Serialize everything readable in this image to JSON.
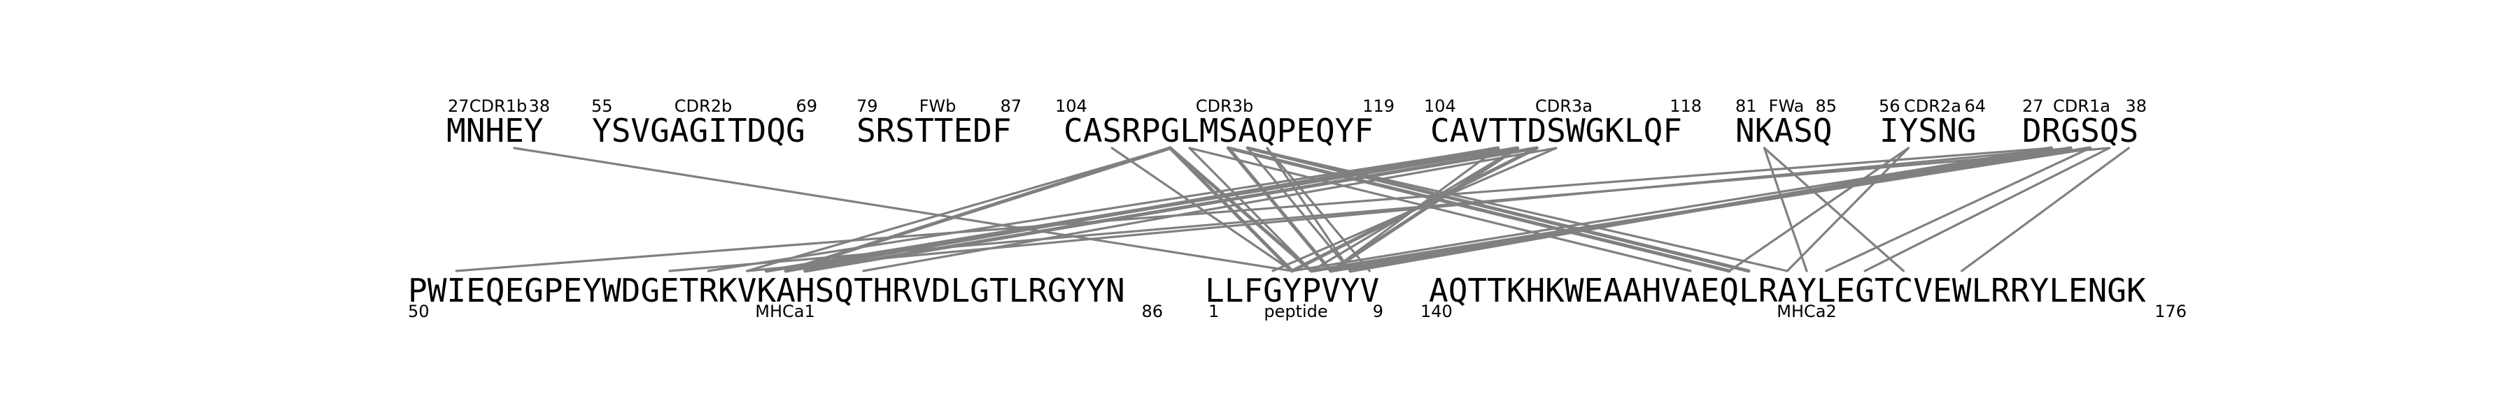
{
  "diagram": {
    "line_color": "#808080",
    "top_segments": [
      {
        "id": "CDR1b",
        "sequence": "MNHEY",
        "start": "27",
        "name": "CDR1b",
        "end": "38"
      },
      {
        "id": "CDR2b",
        "sequence": "YSVGAGITDQG",
        "start": "55",
        "name": "CDR2b",
        "end": "69"
      },
      {
        "id": "FWb",
        "sequence": "SRSTTEDF",
        "start": "79",
        "name": "FWb",
        "end": "87"
      },
      {
        "id": "CDR3b",
        "sequence": "CASRPGLMSAQPEQYF",
        "start": "104",
        "name": "CDR3b",
        "end": "119"
      },
      {
        "id": "CDR3a",
        "sequence": "CAVTTDSWGKLQF",
        "start": "104",
        "name": "CDR3a",
        "end": "118"
      },
      {
        "id": "FWa",
        "sequence": "NKASQ",
        "start": "81",
        "name": "FWa",
        "end": "85"
      },
      {
        "id": "CDR2a",
        "sequence": "IYSNG",
        "start": "56",
        "name": "CDR2a",
        "end": "64"
      },
      {
        "id": "CDR1a",
        "sequence": "DRGSQS",
        "start": "27",
        "name": "CDR1a",
        "end": "38"
      }
    ],
    "bottom_segments": [
      {
        "id": "MHCa1",
        "sequence": "PWIEQEGPEYWDGETRKVKAHSQTHRVDLGTLRGYYN",
        "start": "50",
        "name": "MHCa1",
        "end": "86"
      },
      {
        "id": "peptide",
        "sequence": "LLFGYPVYV",
        "start": "1",
        "name": "peptide",
        "end": "9"
      },
      {
        "id": "MHCa2",
        "sequence": "AQTTKHKWEAAHVAEQLRAYLEGTCVEWLRRYLENGK",
        "start": "140",
        "name": "MHCa2",
        "end": "176"
      }
    ],
    "contacts": [
      {
        "from": [
          "CDR1b",
          3
        ],
        "to": [
          "peptide",
          4
        ],
        "weight": 1
      },
      {
        "from": [
          "CDR3b",
          2
        ],
        "to": [
          "peptide",
          4
        ],
        "weight": 1
      },
      {
        "from": [
          "CDR3b",
          5
        ],
        "to": [
          "MHCa1",
          17
        ],
        "weight": 1
      },
      {
        "from": [
          "CDR3b",
          5
        ],
        "to": [
          "MHCa1",
          19
        ],
        "weight": 2
      },
      {
        "from": [
          "CDR3b",
          5
        ],
        "to": [
          "peptide",
          4
        ],
        "weight": 2
      },
      {
        "from": [
          "CDR3b",
          5
        ],
        "to": [
          "peptide",
          5
        ],
        "weight": 2
      },
      {
        "from": [
          "CDR3b",
          6
        ],
        "to": [
          "peptide",
          5
        ],
        "weight": 1
      },
      {
        "from": [
          "CDR3b",
          6
        ],
        "to": [
          "MHCa2",
          13
        ],
        "weight": 1
      },
      {
        "from": [
          "CDR3b",
          8
        ],
        "to": [
          "peptide",
          6
        ],
        "weight": 2
      },
      {
        "from": [
          "CDR3b",
          8
        ],
        "to": [
          "MHCa2",
          15
        ],
        "weight": 2
      },
      {
        "from": [
          "CDR3b",
          9
        ],
        "to": [
          "MHCa2",
          16
        ],
        "weight": 2
      },
      {
        "from": [
          "CDR3b",
          9
        ],
        "to": [
          "MHCa2",
          18
        ],
        "weight": 1
      },
      {
        "from": [
          "CDR3b",
          9
        ],
        "to": [
          "peptide",
          7
        ],
        "weight": 1
      },
      {
        "from": [
          "CDR3b",
          10
        ],
        "to": [
          "peptide",
          7
        ],
        "weight": 1
      },
      {
        "from": [
          "CDR3b",
          10
        ],
        "to": [
          "peptide",
          8
        ],
        "weight": 1
      },
      {
        "from": [
          "CDR3a",
          3
        ],
        "to": [
          "MHCa1",
          19
        ],
        "weight": 2
      },
      {
        "from": [
          "CDR3a",
          3
        ],
        "to": [
          "MHCa1",
          15
        ],
        "weight": 1
      },
      {
        "from": [
          "CDR3a",
          3
        ],
        "to": [
          "peptide",
          6
        ],
        "weight": 1
      },
      {
        "from": [
          "CDR3a",
          4
        ],
        "to": [
          "MHCa1",
          18
        ],
        "weight": 2
      },
      {
        "from": [
          "CDR3a",
          4
        ],
        "to": [
          "peptide",
          6
        ],
        "weight": 2
      },
      {
        "from": [
          "CDR3a",
          4
        ],
        "to": [
          "peptide",
          5
        ],
        "weight": 1
      },
      {
        "from": [
          "CDR3a",
          5
        ],
        "to": [
          "MHCa1",
          20
        ],
        "weight": 2
      },
      {
        "from": [
          "CDR3a",
          5
        ],
        "to": [
          "peptide",
          4
        ],
        "weight": 2
      },
      {
        "from": [
          "CDR3a",
          6
        ],
        "to": [
          "peptide",
          3
        ],
        "weight": 1
      },
      {
        "from": [
          "CDR3a",
          6
        ],
        "to": [
          "MHCa1",
          23
        ],
        "weight": 1
      },
      {
        "from": [
          "FWa",
          1
        ],
        "to": [
          "MHCa2",
          19
        ],
        "weight": 1
      },
      {
        "from": [
          "FWa",
          1
        ],
        "to": [
          "MHCa2",
          24
        ],
        "weight": 1
      },
      {
        "from": [
          "CDR2a",
          1
        ],
        "to": [
          "MHCa2",
          15
        ],
        "weight": 1
      },
      {
        "from": [
          "CDR2a",
          1
        ],
        "to": [
          "MHCa2",
          18
        ],
        "weight": 1
      },
      {
        "from": [
          "CDR1a",
          1
        ],
        "to": [
          "MHCa1",
          2
        ],
        "weight": 1
      },
      {
        "from": [
          "CDR1a",
          1
        ],
        "to": [
          "peptide",
          4
        ],
        "weight": 1
      },
      {
        "from": [
          "CDR1a",
          1
        ],
        "to": [
          "peptide",
          7
        ],
        "weight": 2
      },
      {
        "from": [
          "CDR1a",
          2
        ],
        "to": [
          "MHCa1",
          17
        ],
        "weight": 1
      },
      {
        "from": [
          "CDR1a",
          2
        ],
        "to": [
          "peptide",
          6
        ],
        "weight": 2
      },
      {
        "from": [
          "CDR1a",
          3
        ],
        "to": [
          "peptide",
          5
        ],
        "weight": 2
      },
      {
        "from": [
          "CDR1a",
          3
        ],
        "to": [
          "MHCa2",
          20
        ],
        "weight": 1
      },
      {
        "from": [
          "CDR1a",
          4
        ],
        "to": [
          "MHCa1",
          13
        ],
        "weight": 1
      },
      {
        "from": [
          "CDR1a",
          4
        ],
        "to": [
          "MHCa2",
          22
        ],
        "weight": 1
      },
      {
        "from": [
          "CDR1a",
          5
        ],
        "to": [
          "MHCa2",
          27
        ],
        "weight": 1
      }
    ]
  }
}
